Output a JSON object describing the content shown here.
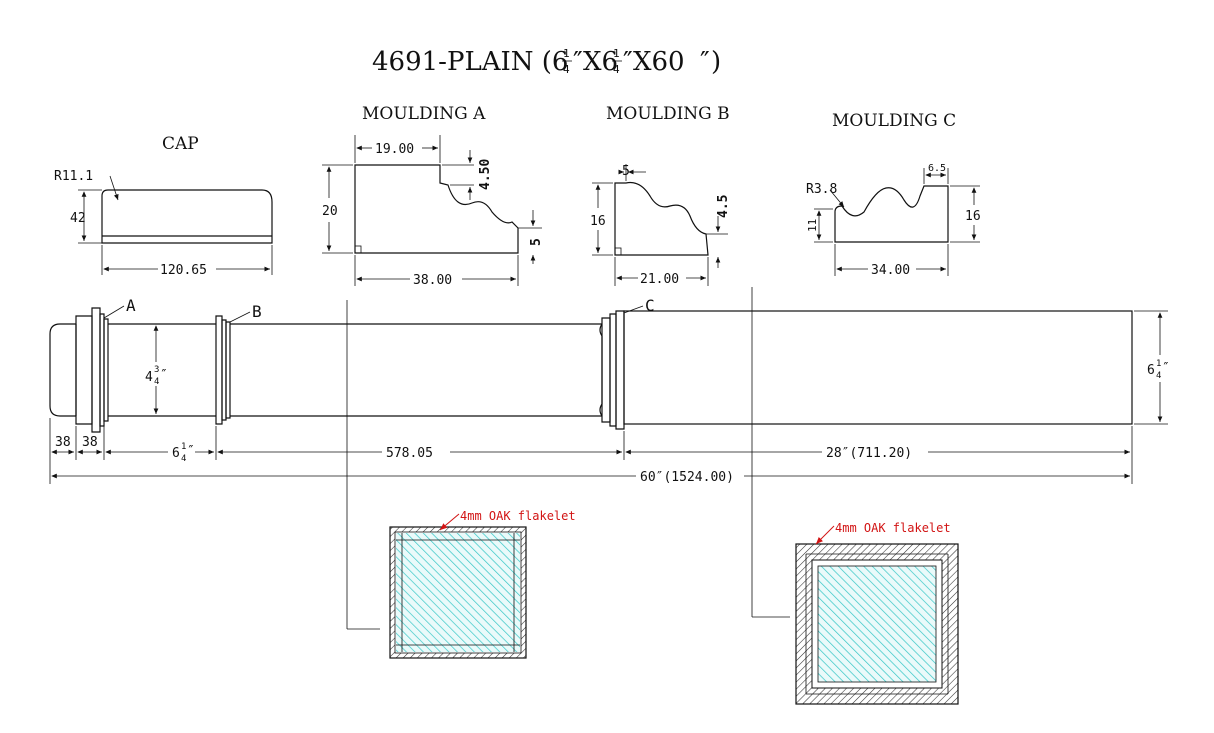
{
  "title": {
    "main": "4691-PLAIN (6",
    "x1": "X6",
    "x2": "X60",
    "num": "1",
    "den": "4",
    "inch": "″",
    "close": ")"
  },
  "sections": {
    "cap": "CAP",
    "moulding_a": "MOULDING A",
    "moulding_b": "MOULDING B",
    "moulding_c": "MOULDING C"
  },
  "cap_dims": {
    "radius": "R11.1",
    "height": "42",
    "width": "120.65"
  },
  "moulding_a_dims": {
    "top_width": "19.00",
    "step": "4.50",
    "height": "20",
    "tail": "5",
    "width": "38.00"
  },
  "moulding_b_dims": {
    "top": "5",
    "height": "16",
    "tail": "4.5",
    "width": "21.00"
  },
  "moulding_c_dims": {
    "radius": "R3.8",
    "top": "6.5",
    "left_height": "11",
    "right_height": "16",
    "width": "34.00"
  },
  "column_labels": {
    "a": "A",
    "b": "B",
    "c": "C"
  },
  "column_dims": {
    "shaft_dia_whole": "4",
    "shaft_dia_num": "3",
    "shaft_dia_den": "4",
    "end_dia_whole": "6",
    "end_dia_num": "1",
    "end_dia_den": "4",
    "seg1": "38",
    "seg2": "38",
    "seg3_whole": "6",
    "seg3_num": "1",
    "seg3_den": "4",
    "seg4": "578.05",
    "seg5": "28″(711.20)",
    "total": "60″(1524.00)",
    "inch": "″"
  },
  "notes": {
    "flakelet_left": "4mm OAK flakelet",
    "flakelet_right": "4mm OAK flakelet"
  },
  "colors": {
    "line": "#111111",
    "note": "#d21414",
    "hatch": "#36c6c6",
    "hatch_bg": "#eafafa"
  }
}
